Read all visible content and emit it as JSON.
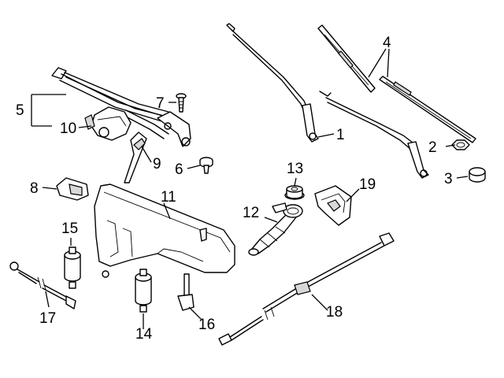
{
  "colors": {
    "line": "#000000",
    "background": "#ffffff",
    "shade": "#d8d8d8"
  },
  "callouts": [
    {
      "id": "c1",
      "text": "1"
    },
    {
      "id": "c2",
      "text": "2"
    },
    {
      "id": "c3",
      "text": "3"
    },
    {
      "id": "c4",
      "text": "4"
    },
    {
      "id": "c5",
      "text": "5"
    },
    {
      "id": "c6",
      "text": "6"
    },
    {
      "id": "c7",
      "text": "7"
    },
    {
      "id": "c8",
      "text": "8"
    },
    {
      "id": "c9",
      "text": "9"
    },
    {
      "id": "c10",
      "text": "10"
    },
    {
      "id": "c11",
      "text": "11"
    },
    {
      "id": "c12",
      "text": "12"
    },
    {
      "id": "c13",
      "text": "13"
    },
    {
      "id": "c14",
      "text": "14"
    },
    {
      "id": "c15",
      "text": "15"
    },
    {
      "id": "c16",
      "text": "16"
    },
    {
      "id": "c17",
      "text": "17"
    },
    {
      "id": "c18",
      "text": "18"
    },
    {
      "id": "c19",
      "text": "19"
    }
  ]
}
